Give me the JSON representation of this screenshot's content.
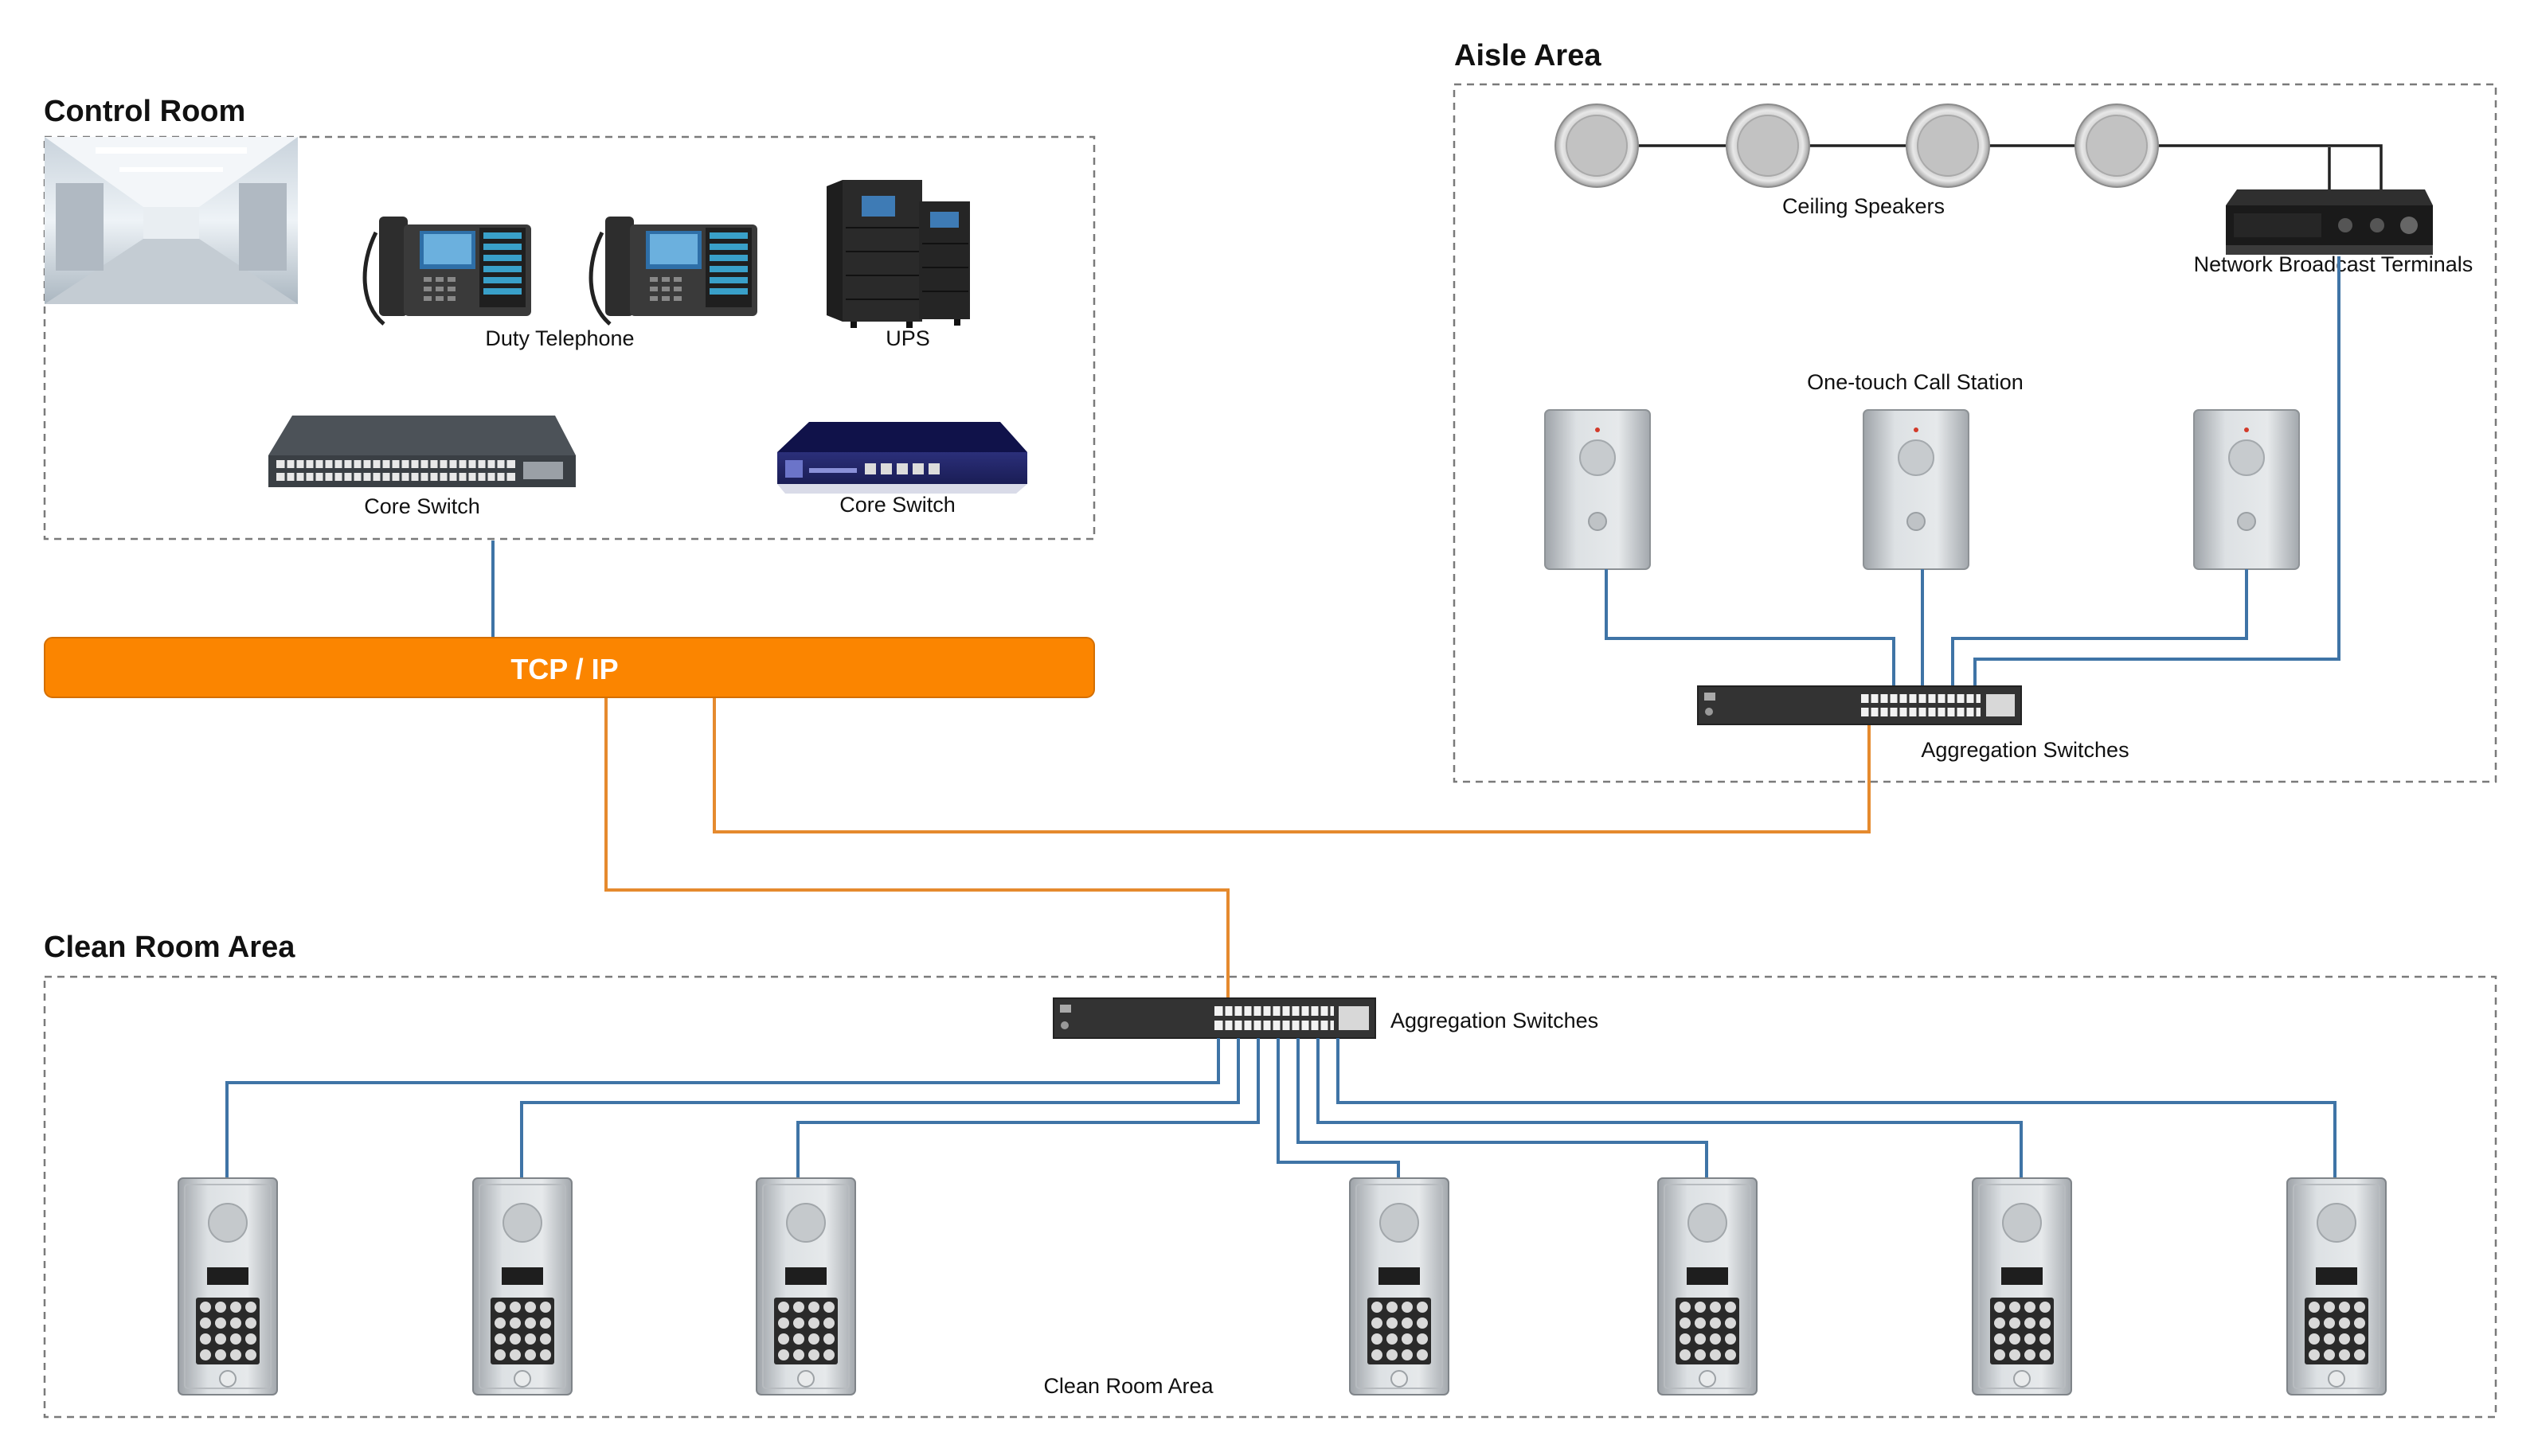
{
  "zones": {
    "control_room": {
      "title": "Control Room"
    },
    "aisle_area": {
      "title": "Aisle Area"
    },
    "clean_room_area": {
      "title": "Clean Room Area"
    }
  },
  "bus": {
    "label": "TCP / IP"
  },
  "labels": {
    "duty_telephone": "Duty Telephone",
    "ups": "UPS",
    "core_switch_1": "Core Switch",
    "core_switch_2": "Core Switch",
    "ceiling_speakers": "Ceiling Speakers",
    "network_broadcast_terminals": "Network Broadcast Terminals",
    "one_touch_call_station": "One-touch Call Station",
    "aisle_aggregation_switches": "Aggregation Switches",
    "clean_aggregation_switches": "Aggregation Switches",
    "clean_room_area_caption": "Clean Room Area"
  },
  "colors": {
    "bus_orange": "#fb8500",
    "orange_link": "#e58a2e",
    "blue_link": "#3f74a6",
    "zone_border": "#7a7a7a"
  },
  "icons": {
    "cleanroom_photo": "cleanroom-photo",
    "ip_phone": "ip-phone-icon",
    "ups": "ups-icon",
    "core_switch": "core-switch-icon",
    "ceiling_speaker": "ceiling-speaker-icon",
    "broadcast_terminal": "broadcast-terminal-icon",
    "call_station": "call-station-icon",
    "aggregation_switch": "aggregation-switch-icon",
    "door_intercom": "door-intercom-icon"
  }
}
